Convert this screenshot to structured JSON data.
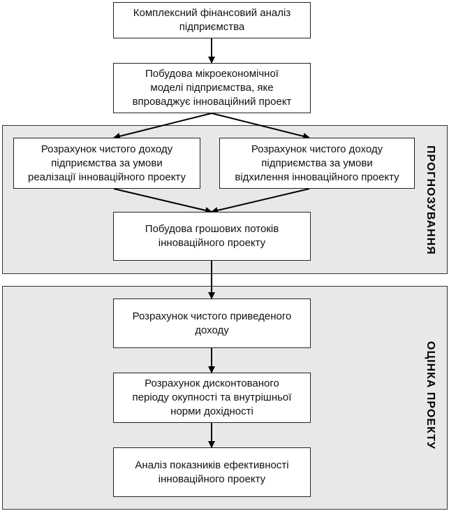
{
  "boxes": {
    "financial_analysis": "Комплексний фінансовий аналіз\nпідприємства",
    "micro_model": "Побудова мікроекономічної\nмоделі підприємства, яке\nвпроваджує інноваційний проект",
    "net_income_realization": "Розрахунок чистого доходу\nпідприємства за умови\nреалізації інноваційного проекту",
    "net_income_rejection": "Розрахунок чистого доходу\nпідприємства за умови\nвідхилення інноваційного проекту",
    "cash_flows": "Побудова грошових потоків\nінноваційного проекту",
    "npv": "Розрахунок чистого приведеного\nдоходу",
    "payback_irr": "Розрахунок дисконтованого\nперіоду окупності та внутрішньої\nнорми дохідності",
    "efficiency_analysis": "Аналіз показників ефективності\nінноваційного проекту"
  },
  "sections": {
    "forecasting": "ПРОГНОЗУВАННЯ",
    "evaluation": "ОЦІНКА ПРОЕКТУ"
  }
}
